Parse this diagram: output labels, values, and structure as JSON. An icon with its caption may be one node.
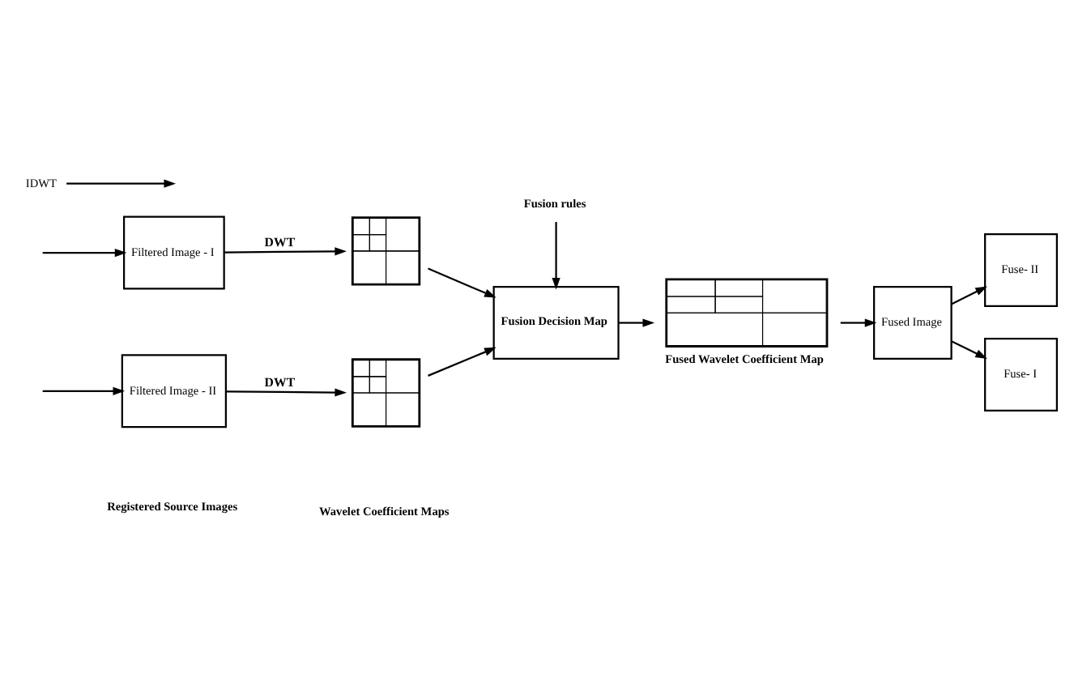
{
  "diagram": {
    "nodes": [
      {
        "text": [
          "Filtered Image - I"
        ]
      },
      {
        "text": [
          "Filtered Image - II"
        ]
      },
      {
        "text": [],
        "shape": "box"
      },
      {
        "text": [],
        "shape": "box"
      },
      {
        "text": [
          "Fusion Decision Map"
        ]
      },
      {
        "text": [],
        "shape": "box",
        "beside": [
          "Fused Wavelet Coefficient Map"
        ]
      },
      {
        "text": [
          "Fused Image"
        ]
      },
      {
        "text": [
          "Fuse- II"
        ]
      },
      {
        "text": [
          "Fuse- I"
        ]
      },
      {
        "text": [
          "Fusion rules"
        ]
      },
      {
        "text": [
          "IDWT"
        ]
      }
    ],
    "edges": [
      {
        "from": null,
        "to": 0,
        "arrow": "to"
      },
      {
        "from": null,
        "to": 1,
        "arrow": "to"
      },
      {
        "from": 0,
        "to": 2,
        "arrow": "to",
        "label": "DWT"
      },
      {
        "from": 1,
        "to": 3,
        "arrow": "to",
        "label": "DWT"
      },
      {
        "from": 2,
        "to": 4,
        "arrow": "to"
      },
      {
        "from": 3,
        "to": 4,
        "arrow": "to"
      },
      {
        "from": 9,
        "to": 4,
        "arrow": "to"
      },
      {
        "from": 4,
        "to": 5,
        "arrow": "to"
      },
      {
        "from": 5,
        "to": 6,
        "arrow": "to"
      },
      {
        "from": 10,
        "to": null,
        "arrow": "to"
      },
      {
        "from": 6,
        "to": 7,
        "arrow": "to"
      },
      {
        "from": 6,
        "to": 8,
        "arrow": "to"
      }
    ],
    "labels": [
      "Registered Source Images",
      "Wavelet Coefficient Maps"
    ]
  }
}
